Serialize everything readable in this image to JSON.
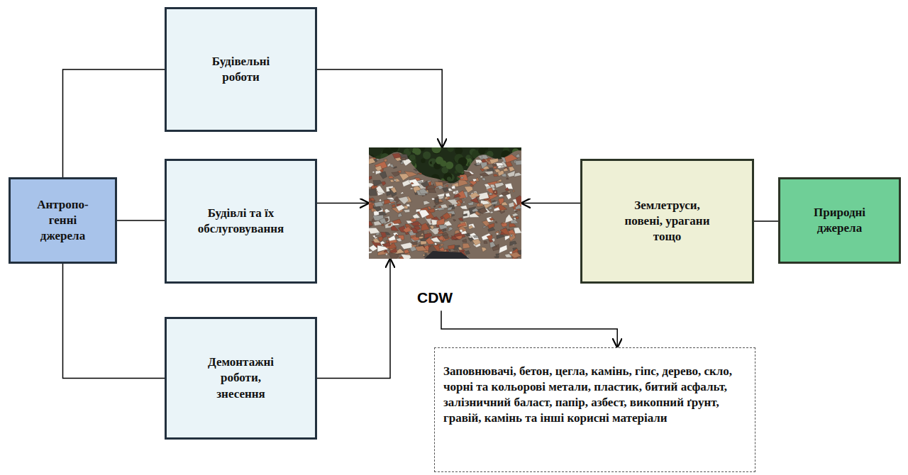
{
  "diagram": {
    "nodes": [
      {
        "text": [
          "Антропо- генні джерела"
        ]
      },
      {
        "text": [
          "Будівельні роботи"
        ]
      },
      {
        "text": [
          "Будівлі та їх обслуговування"
        ]
      },
      {
        "text": [
          "Демонтажні роботи, знесення"
        ]
      },
      {
        "text": [
          "CDW"
        ]
      },
      {
        "text": [
          "Землетруси, повені, урагани тощо"
        ]
      },
      {
        "text": [
          "Природні джерела"
        ]
      },
      {
        "text": [
          "Заповнювачі, бетон, цегла, камінь, гіпс, дерево, скло, чорні та кольорові метали, пластик, битий асфальт, залізничний баласт, папір, азбест, викопний ґрунт, гравій, камінь та інші корисні матеріали"
        ]
      }
    ],
    "edges": [
      {
        "from": 0,
        "to": 1,
        "arrow": "none"
      },
      {
        "from": 0,
        "to": 2,
        "arrow": "none"
      },
      {
        "from": 0,
        "to": 3,
        "arrow": "none"
      },
      {
        "from": 1,
        "to": 4,
        "arrow": "to"
      },
      {
        "from": 2,
        "to": 4,
        "arrow": "to"
      },
      {
        "from": 3,
        "to": 4,
        "arrow": "to"
      },
      {
        "from": 6,
        "to": 5,
        "arrow": "none"
      },
      {
        "from": 5,
        "to": 4,
        "arrow": "to"
      },
      {
        "from": 4,
        "to": 7,
        "arrow": "to"
      }
    ]
  }
}
